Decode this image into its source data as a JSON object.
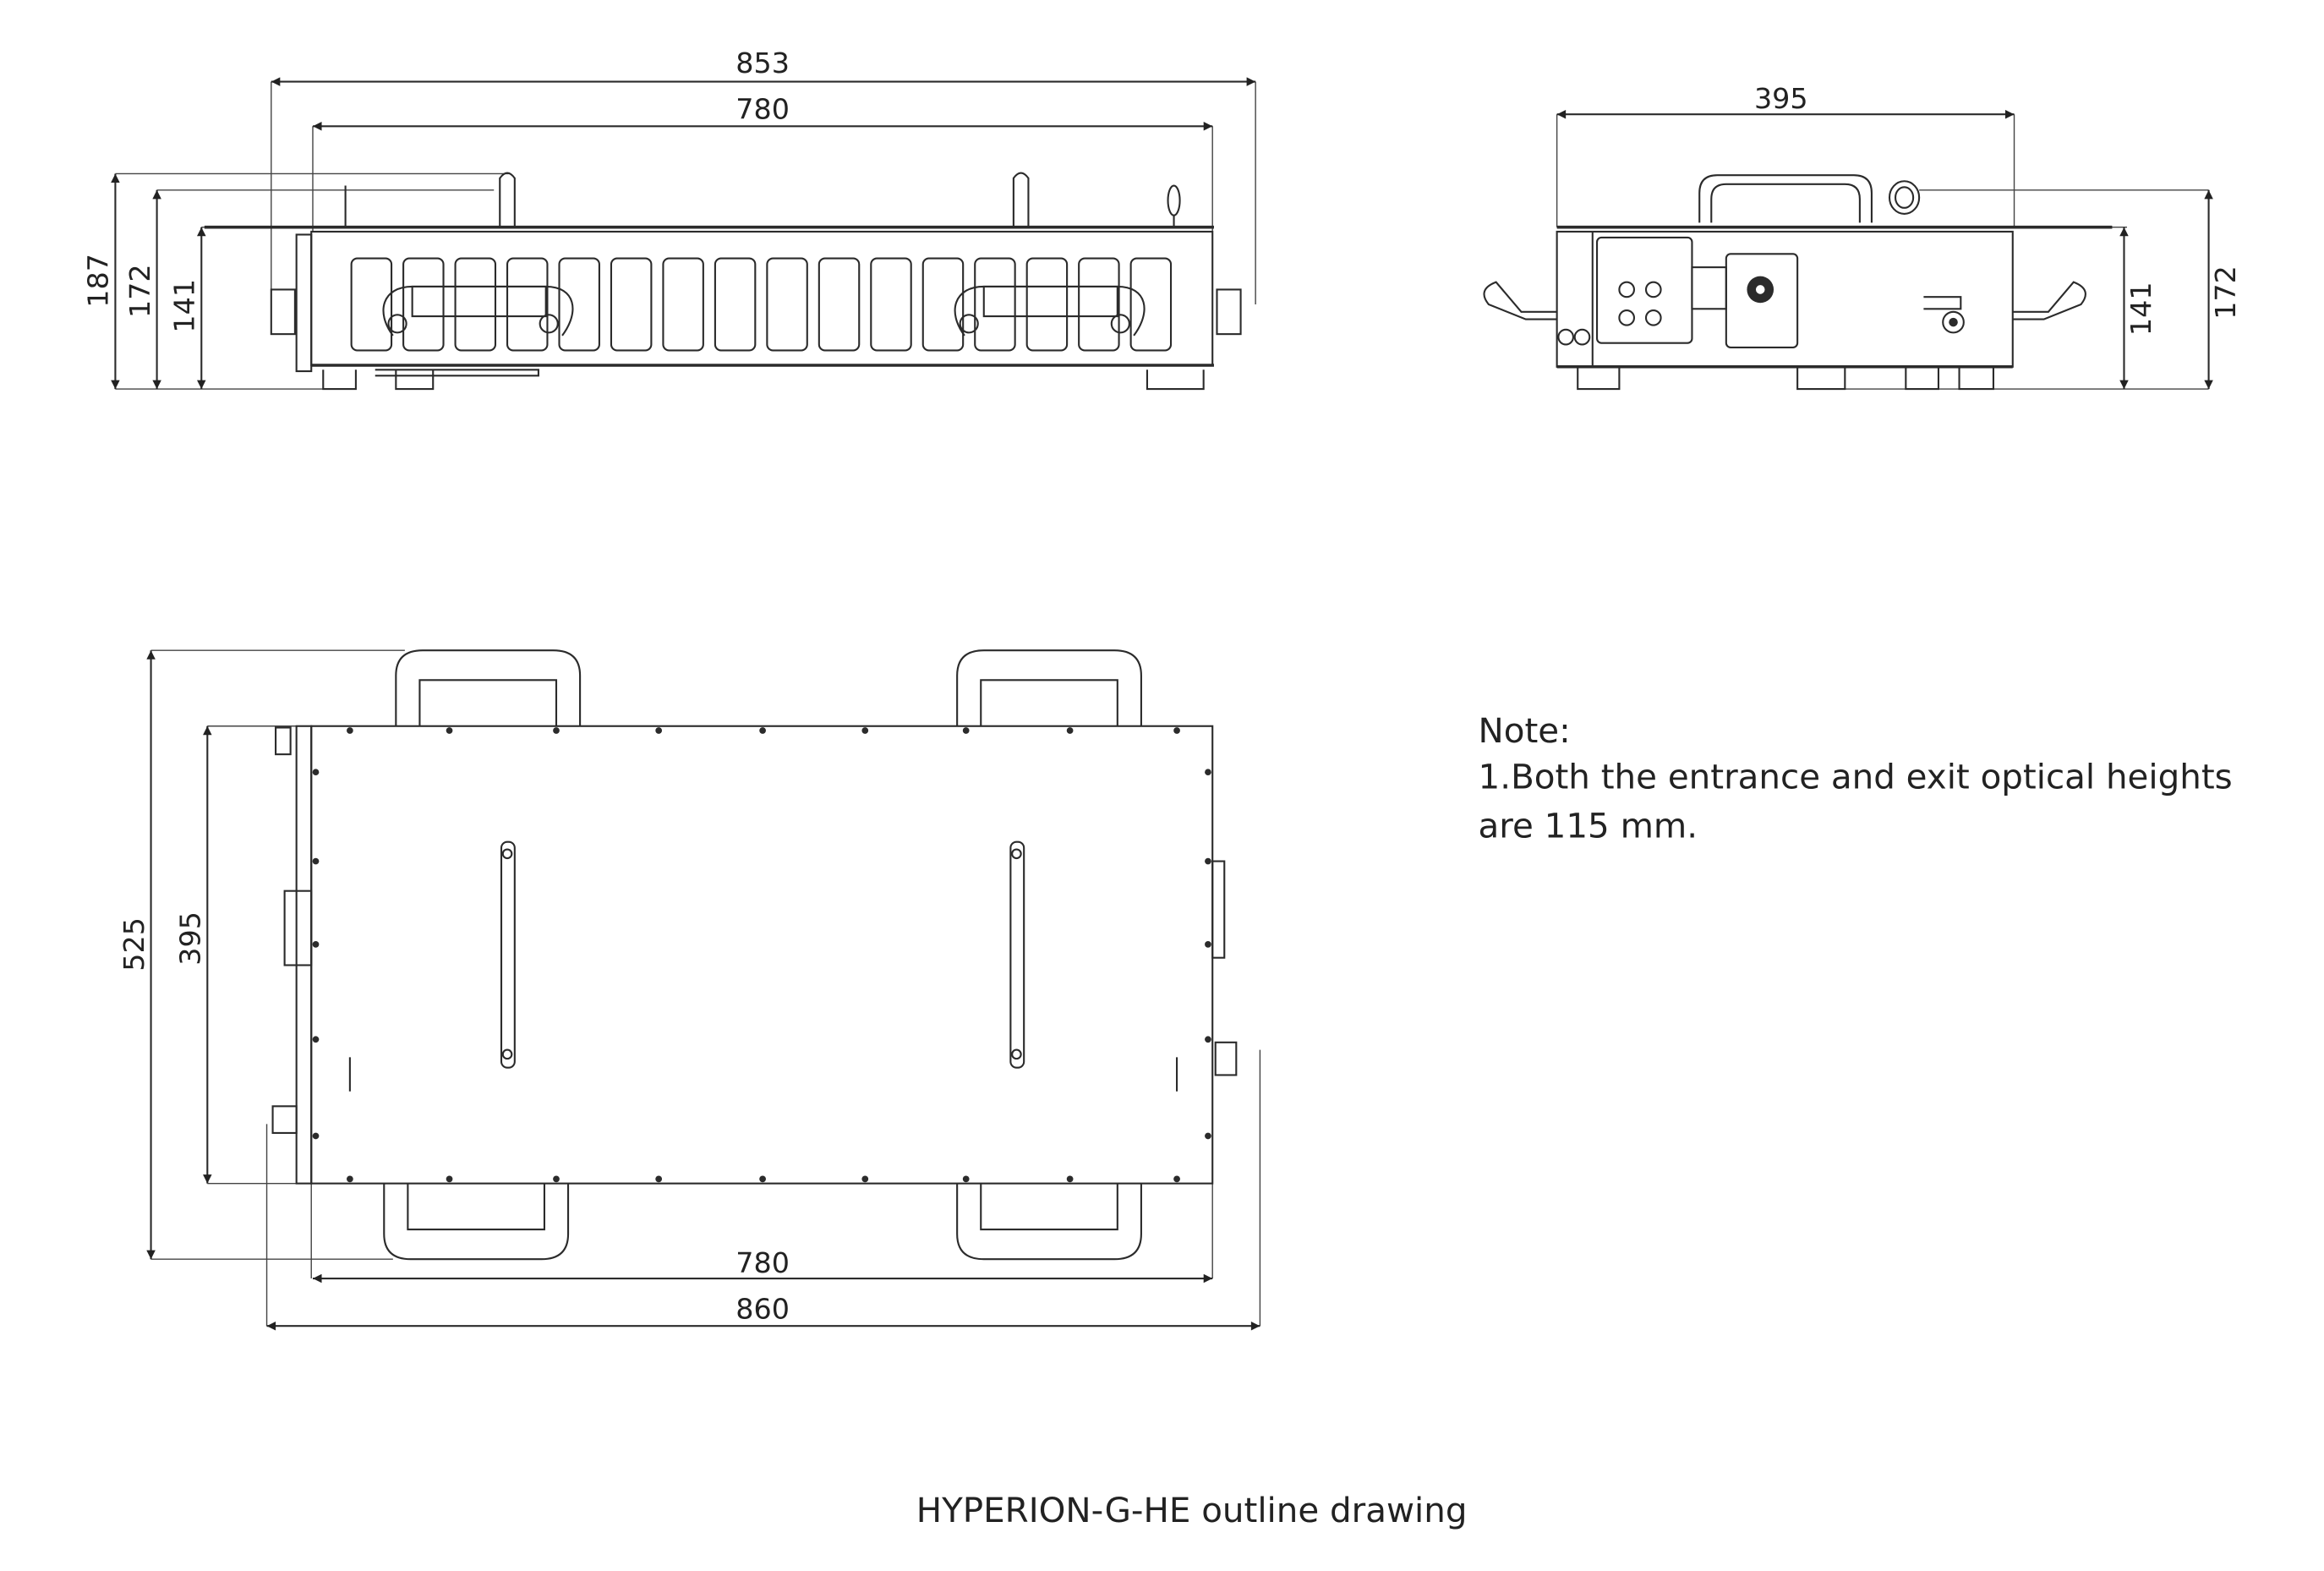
{
  "dimensions": {
    "front_view": {
      "overall_length": "853",
      "body_length": "780",
      "height_total": "187",
      "height_handle": "172",
      "height_body": "141"
    },
    "side_view": {
      "width": "395",
      "height_body": "141",
      "height_ring": "172"
    },
    "top_view": {
      "width_with_handles": "525",
      "body_width": "395",
      "body_length": "780",
      "overall_length": "860"
    }
  },
  "note": {
    "heading": "Note:",
    "line1": "1.Both the entrance and exit optical heights",
    "line2": "are 115 mm."
  },
  "caption": "HYPERION-G-HE outline drawing"
}
